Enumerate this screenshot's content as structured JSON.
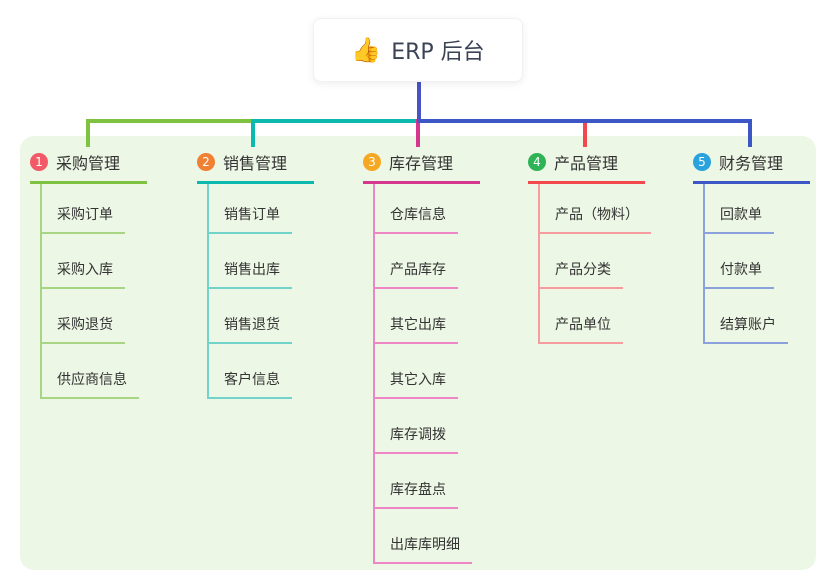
{
  "root": {
    "icon": "thumbs-up-icon",
    "icon_glyph": "👍",
    "label": "ERP 后台",
    "line_color": "#4853c6"
  },
  "panel_color": "#edf7e6",
  "branches": [
    {
      "number": "1",
      "label": "采购管理",
      "badge_color": "#f25a68",
      "line_color": "#7fc241",
      "light_color": "#a8d584",
      "items": [
        "采购订单",
        "采购入库",
        "采购退货",
        "供应商信息"
      ]
    },
    {
      "number": "2",
      "label": "销售管理",
      "badge_color": "#f08134",
      "line_color": "#0cb9ae",
      "light_color": "#72d3cb",
      "items": [
        "销售订单",
        "销售出库",
        "销售退货",
        "客户信息"
      ]
    },
    {
      "number": "3",
      "label": "库存管理",
      "badge_color": "#f7a823",
      "line_color": "#d5368e",
      "light_color": "#ee86c5",
      "items": [
        "仓库信息",
        "产品库存",
        "其它出库",
        "其它入库",
        "库存调拨",
        "库存盘点",
        "出库库明细"
      ]
    },
    {
      "number": "4",
      "label": "产品管理",
      "badge_color": "#2eb456",
      "line_color": "#f4484f",
      "light_color": "#f79b9e",
      "items": [
        "产品（物料）",
        "产品分类",
        "产品单位"
      ]
    },
    {
      "number": "5",
      "label": "财务管理",
      "badge_color": "#2aa2dd",
      "line_color": "#3d56c5",
      "light_color": "#8aa1dd",
      "items": [
        "回款单",
        "付款单",
        "结算账户"
      ]
    }
  ]
}
